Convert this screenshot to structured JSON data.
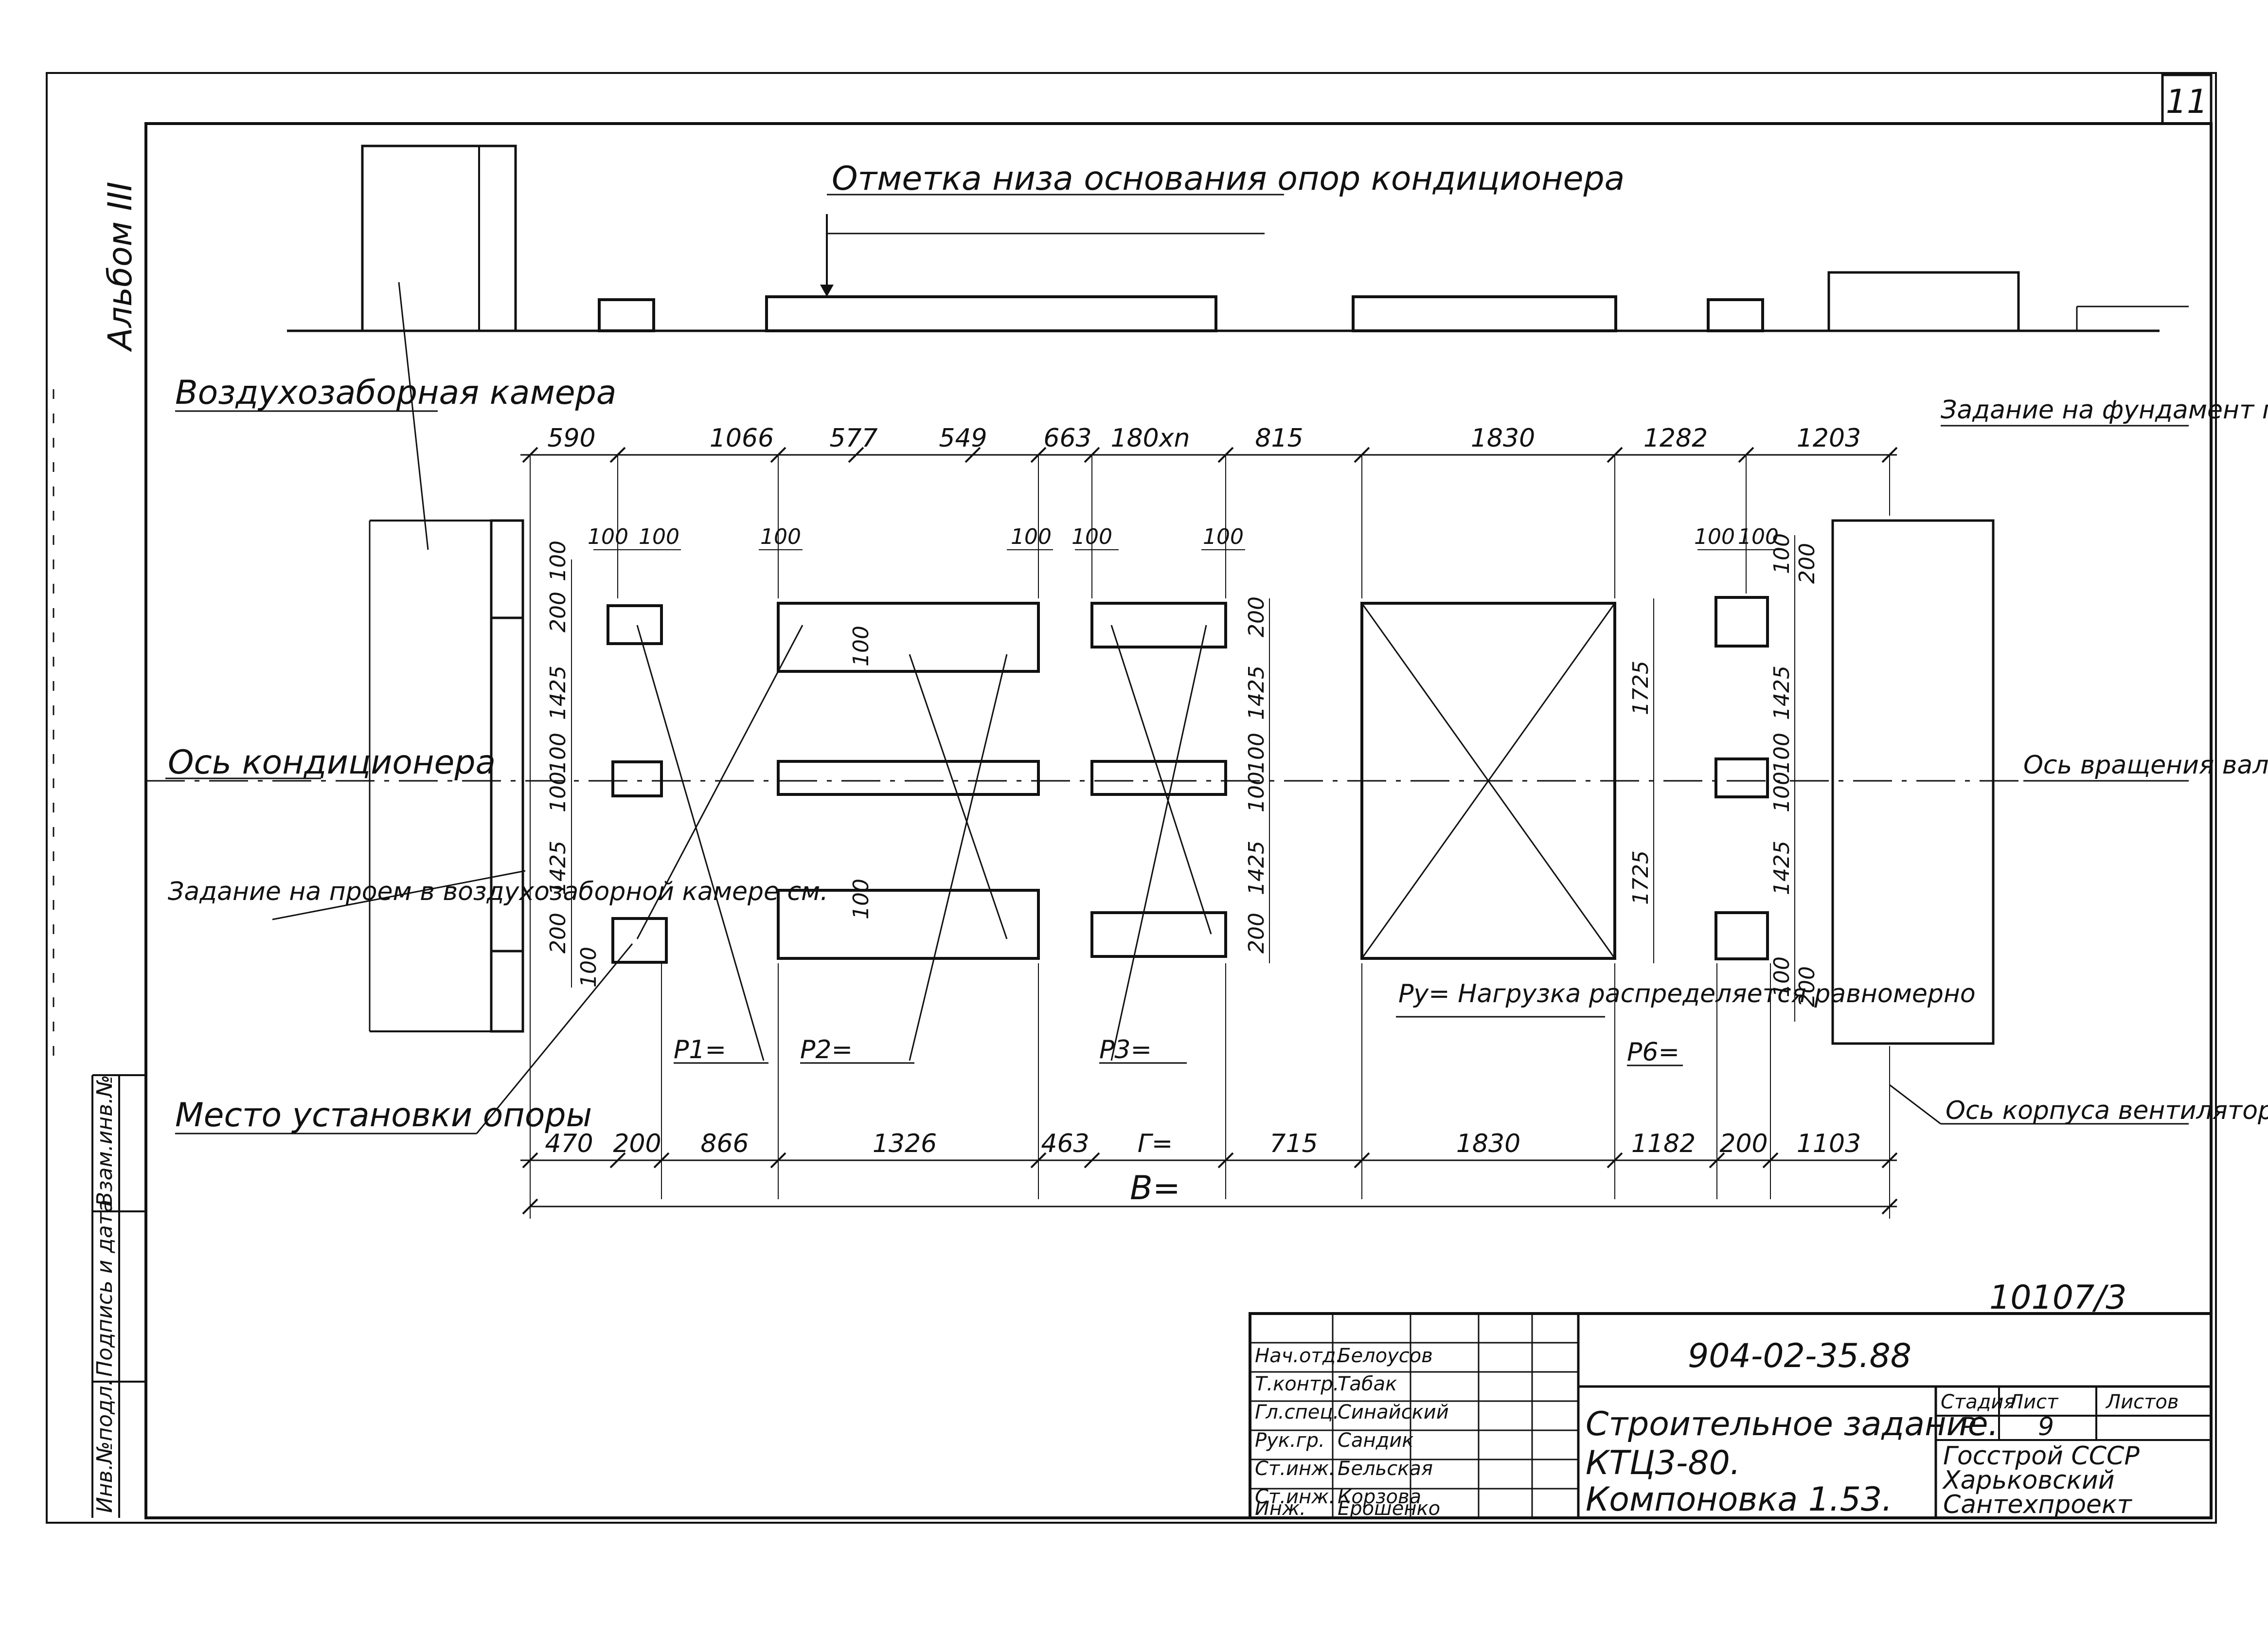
{
  "sheet_number": "11",
  "album": "Альбом III",
  "side_stamps": [
    "Инв.№подл.",
    "Подпись и дата",
    "Взам.инв.№"
  ],
  "labels": {
    "base_mark": "Отметка низа основания опор кондиционера",
    "air_chamber": "Воздухозаборная камера",
    "fan_foundation": "Задание на фундамент под вентилятор см.",
    "conditioner_axis": "Ось кондиционера",
    "rotation_axis": "Ось вращения вала вентилятора",
    "opening_task": "Задание на проем в воздухозаборной камере см.",
    "support_place": "Место установки опоры",
    "fan_housing_axis": "Ось корпуса вентилятора",
    "load_note": "Ру= Нагрузка распределяется равномерно"
  },
  "dims_top": [
    "590",
    "1066",
    "577",
    "549",
    "663",
    "180xn",
    "815",
    "1830",
    "1282",
    "1203"
  ],
  "dims_bottom": [
    "470",
    "200",
    "866",
    "1326",
    "463",
    "Г=",
    "715",
    "1830",
    "1182",
    "200",
    "1103"
  ],
  "dims_total": "В=",
  "dims_small": {
    "hundred": "100",
    "two_hundred": "200",
    "v1425": "1425",
    "v1725": "1725"
  },
  "loads": [
    "Р1=",
    "Р2=",
    "Р3=",
    "Р6="
  ],
  "drawing_no": "10107/3",
  "title_block": {
    "code": "904-02-35.88",
    "title_lines": [
      "Строительное задание.",
      "КТЦ3-80.",
      "Компоновка 1.53."
    ],
    "stage_header": "Стадия",
    "sheet_header": "Лист",
    "sheets_header": "Листов",
    "stage": "Р",
    "sheet": "9",
    "org_lines": [
      "Госстрой СССР",
      "Харьковский",
      "Сантехпроект"
    ],
    "staff": [
      {
        "role": "Нач.отд.",
        "name": "Белоусов"
      },
      {
        "role": "Т.контр.",
        "name": "Табак"
      },
      {
        "role": "Гл.спец.",
        "name": "Синайский"
      },
      {
        "role": "Рук.гр.",
        "name": "Сандик"
      },
      {
        "role": "Ст.инж.",
        "name": "Бельская"
      },
      {
        "role": "Ст.инж.",
        "name": "Корзова"
      },
      {
        "role": "Инж.",
        "name": "Ерошенко"
      }
    ]
  }
}
